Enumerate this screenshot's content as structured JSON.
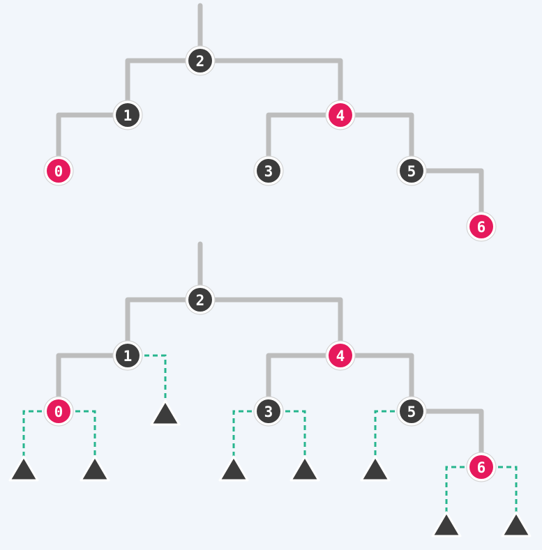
{
  "colors": {
    "black_node": "#3c3c3c",
    "red_node": "#e6195c",
    "edge": "#bdbdbd",
    "nil_edge": "#27b58e",
    "background": "#f2f6fb"
  },
  "tree_top": {
    "nodes": [
      {
        "id": "n2",
        "label": "2",
        "color": "black"
      },
      {
        "id": "n1",
        "label": "1",
        "color": "black"
      },
      {
        "id": "n4",
        "label": "4",
        "color": "red"
      },
      {
        "id": "n0",
        "label": "0",
        "color": "red"
      },
      {
        "id": "n3",
        "label": "3",
        "color": "black"
      },
      {
        "id": "n5",
        "label": "5",
        "color": "black"
      },
      {
        "id": "n6",
        "label": "6",
        "color": "red"
      }
    ]
  },
  "tree_bottom": {
    "nodes": [
      {
        "id": "n2",
        "label": "2",
        "color": "black"
      },
      {
        "id": "n1",
        "label": "1",
        "color": "black"
      },
      {
        "id": "n4",
        "label": "4",
        "color": "red"
      },
      {
        "id": "n0",
        "label": "0",
        "color": "red"
      },
      {
        "id": "n3",
        "label": "3",
        "color": "black"
      },
      {
        "id": "n5",
        "label": "5",
        "color": "black"
      },
      {
        "id": "n6",
        "label": "6",
        "color": "red"
      }
    ],
    "nil_leaf_count": 8
  }
}
